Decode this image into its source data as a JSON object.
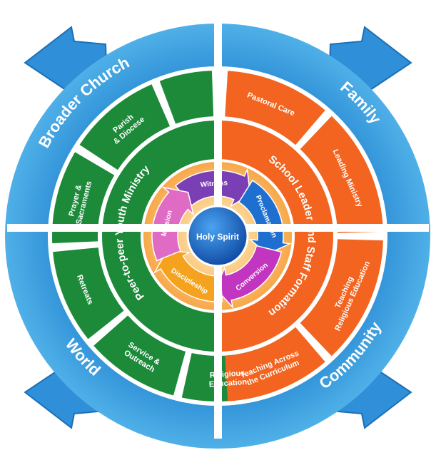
{
  "outer_ring": {
    "quadrants": [
      {
        "id": "broader-church",
        "label": "Broader Church"
      },
      {
        "id": "family",
        "label": "Family"
      },
      {
        "id": "community",
        "label": "Community"
      },
      {
        "id": "world",
        "label": "World"
      }
    ]
  },
  "green_half": {
    "title": "Peer-to-peer Youth Ministry",
    "segments": [
      {
        "id": "parish-diocese",
        "lines": [
          "Parish",
          "& Diocese"
        ]
      },
      {
        "id": "prayer-sacraments",
        "lines": [
          "Prayer &",
          "Sacraments"
        ]
      },
      {
        "id": "retreats",
        "lines": [
          "Retreats"
        ]
      },
      {
        "id": "service-outreach",
        "lines": [
          "Service &",
          "Outreach"
        ]
      },
      {
        "id": "religious-education-green",
        "lines": [
          "Religious",
          "Education"
        ]
      }
    ]
  },
  "orange_half": {
    "title": "School Leader and Staff Formation",
    "segments": [
      {
        "id": "pastoral-care",
        "lines": [
          "Pastoral Care"
        ]
      },
      {
        "id": "leading-ministry",
        "lines": [
          "Leading Ministry"
        ]
      },
      {
        "id": "teaching-religious-education",
        "lines": [
          "Teaching",
          "Religious Education"
        ]
      },
      {
        "id": "teaching-across-curriculum",
        "lines": [
          "Teaching Across",
          "the Curriculum"
        ]
      }
    ]
  },
  "cycle": {
    "center": "Holy Spirit",
    "steps": [
      {
        "id": "witness",
        "label": "Witness",
        "color": "#7b3fb5"
      },
      {
        "id": "proclamation",
        "label": "Proclamation",
        "color": "#1f6fd1"
      },
      {
        "id": "conversion",
        "label": "Conversion",
        "color": "#c135c0"
      },
      {
        "id": "discipleship",
        "label": "Discipleship",
        "color": "#f5a21e"
      },
      {
        "id": "mission",
        "label": "Mission",
        "color": "#e06bc4"
      }
    ]
  },
  "colors": {
    "outer_blue": "#3a9fdc",
    "green": "#1d8a3a",
    "orange": "#f2641f",
    "arrow_blue": "#2f8fd8",
    "center_blue": "#1565c0"
  }
}
